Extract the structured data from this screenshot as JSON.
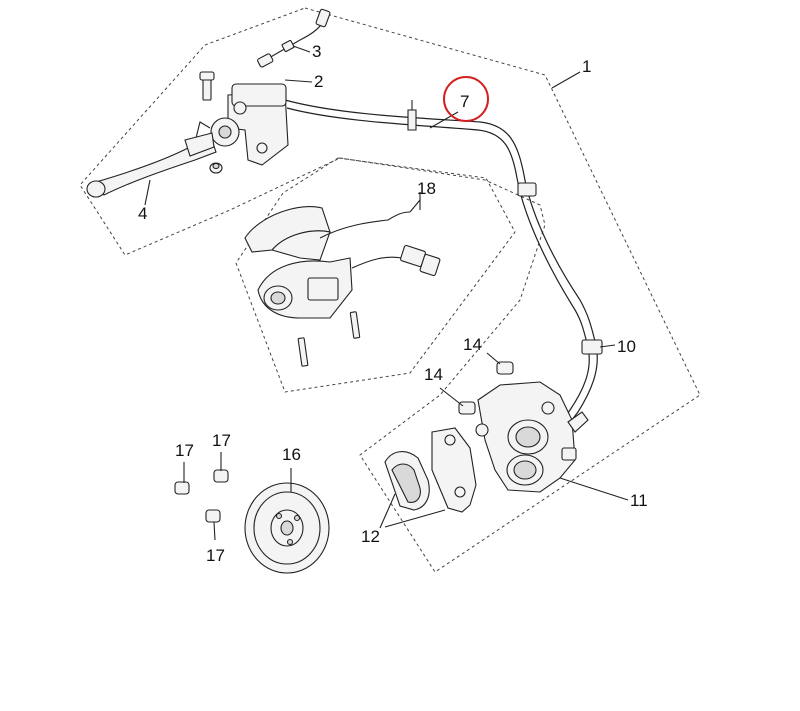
{
  "callouts": [
    {
      "id": "c1",
      "label": "1"
    },
    {
      "id": "c2",
      "label": "2"
    },
    {
      "id": "c3",
      "label": "3"
    },
    {
      "id": "c4",
      "label": "4"
    },
    {
      "id": "c7",
      "label": "7"
    },
    {
      "id": "c10",
      "label": "10"
    },
    {
      "id": "c11",
      "label": "11"
    },
    {
      "id": "c12",
      "label": "12"
    },
    {
      "id": "c14a",
      "label": "14"
    },
    {
      "id": "c14b",
      "label": "14"
    },
    {
      "id": "c16",
      "label": "16"
    },
    {
      "id": "c17a",
      "label": "17"
    },
    {
      "id": "c17b",
      "label": "17"
    },
    {
      "id": "c17c",
      "label": "17"
    },
    {
      "id": "c18",
      "label": "18"
    }
  ],
  "highlight": {
    "target": "7",
    "color": "#d42020"
  }
}
